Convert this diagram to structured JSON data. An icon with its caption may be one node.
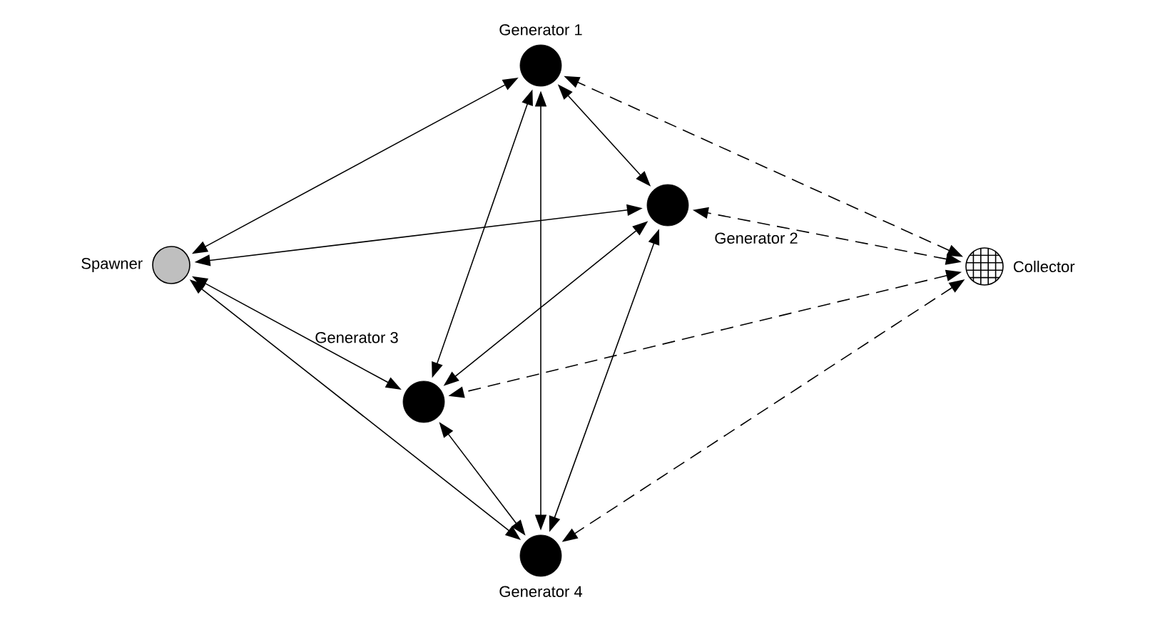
{
  "diagram": {
    "nodes": [
      {
        "text": [
          "Generator 1"
        ]
      },
      {
        "text": [
          "Spawner"
        ]
      },
      {
        "text": [
          "Generator 2"
        ]
      },
      {
        "text": [
          "Generator 3"
        ]
      },
      {
        "text": [
          "Collector"
        ]
      },
      {
        "text": [
          "Generator 4"
        ]
      }
    ],
    "edges": [
      {
        "from": 0,
        "to": 1,
        "arrow": "both"
      },
      {
        "from": 2,
        "to": 1,
        "arrow": "both"
      },
      {
        "from": 3,
        "to": 1,
        "arrow": "both"
      },
      {
        "from": 5,
        "to": 1,
        "arrow": "both"
      },
      {
        "from": 0,
        "to": 2,
        "arrow": "both"
      },
      {
        "from": 0,
        "to": 3,
        "arrow": "both"
      },
      {
        "from": 0,
        "to": 5,
        "arrow": "both"
      },
      {
        "from": 2,
        "to": 3,
        "arrow": "both"
      },
      {
        "from": 2,
        "to": 5,
        "arrow": "both"
      },
      {
        "from": 3,
        "to": 5,
        "arrow": "both"
      },
      {
        "from": 4,
        "to": 0,
        "arrow": "both",
        "style": "dashed"
      },
      {
        "from": 4,
        "to": 2,
        "arrow": "both",
        "style": "dashed"
      },
      {
        "from": 4,
        "to": 3,
        "arrow": "both",
        "style": "dashed"
      },
      {
        "from": 4,
        "to": 5,
        "arrow": "both",
        "style": "dashed"
      }
    ]
  }
}
